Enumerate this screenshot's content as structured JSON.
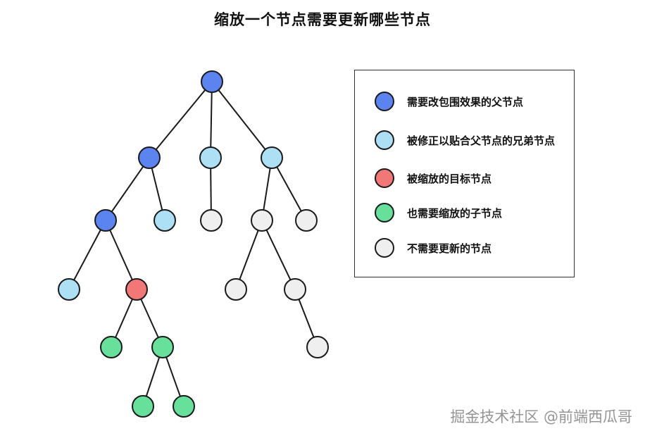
{
  "title": "缩放一个节点需要更新哪些节点",
  "colors": {
    "blue": "#5B84F0",
    "lightblue": "#AEE0F5",
    "red": "#F27878",
    "green": "#67E09B",
    "gray": "#EFEFEF",
    "stroke": "#1a1a1a"
  },
  "legend": [
    {
      "color": "blue",
      "label": "需要改包围效果的父节点"
    },
    {
      "color": "lightblue",
      "label": "被修正以贴合父节点的兄弟节点"
    },
    {
      "color": "red",
      "label": "被缩放的目标节点"
    },
    {
      "color": "green",
      "label": "也需要缩放的子节点"
    },
    {
      "color": "gray",
      "label": "不需要更新的节点"
    }
  ],
  "tree": {
    "nodes": [
      {
        "id": "root",
        "color": "blue"
      },
      {
        "id": "n1",
        "color": "blue"
      },
      {
        "id": "n2",
        "color": "lightblue"
      },
      {
        "id": "n3",
        "color": "lightblue"
      },
      {
        "id": "n1a",
        "color": "blue"
      },
      {
        "id": "n1b",
        "color": "lightblue"
      },
      {
        "id": "n2a",
        "color": "gray"
      },
      {
        "id": "n3a",
        "color": "gray"
      },
      {
        "id": "n3b",
        "color": "gray"
      },
      {
        "id": "n1a1",
        "color": "lightblue"
      },
      {
        "id": "n1a2",
        "color": "red"
      },
      {
        "id": "n3a1",
        "color": "gray"
      },
      {
        "id": "n3a2",
        "color": "gray"
      },
      {
        "id": "n1a2a",
        "color": "green"
      },
      {
        "id": "n1a2b",
        "color": "green"
      },
      {
        "id": "n3a2a",
        "color": "gray"
      },
      {
        "id": "n1a2b1",
        "color": "green"
      },
      {
        "id": "n1a2b2",
        "color": "green"
      }
    ],
    "edges": [
      [
        "root",
        "n1"
      ],
      [
        "root",
        "n2"
      ],
      [
        "root",
        "n3"
      ],
      [
        "n1",
        "n1a"
      ],
      [
        "n1",
        "n1b"
      ],
      [
        "n2",
        "n2a"
      ],
      [
        "n3",
        "n3a"
      ],
      [
        "n3",
        "n3b"
      ],
      [
        "n1a",
        "n1a1"
      ],
      [
        "n1a",
        "n1a2"
      ],
      [
        "n3a",
        "n3a1"
      ],
      [
        "n3a",
        "n3a2"
      ],
      [
        "n1a2",
        "n1a2a"
      ],
      [
        "n1a2",
        "n1a2b"
      ],
      [
        "n3a2",
        "n3a2a"
      ],
      [
        "n1a2b",
        "n1a2b1"
      ],
      [
        "n1a2b",
        "n1a2b2"
      ]
    ]
  },
  "watermark": "掘金技术社区 @前端西瓜哥"
}
